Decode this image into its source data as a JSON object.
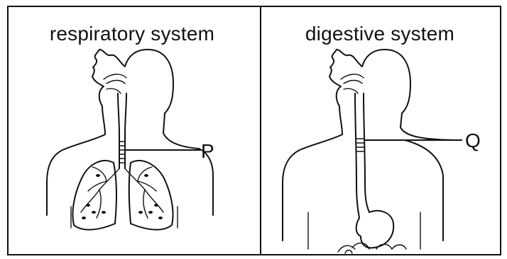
{
  "panels": [
    {
      "title": "respiratory system",
      "label": "P"
    },
    {
      "title": "digestive system",
      "label": "Q"
    }
  ],
  "colors": {
    "ink": "#111111",
    "background": "#ffffff"
  }
}
